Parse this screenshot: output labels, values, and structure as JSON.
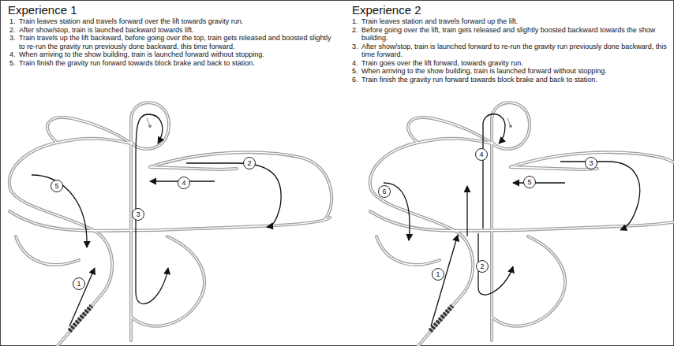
{
  "diagram": {
    "labels": [
      "Experience 1",
      "1.",
      "Train leaves station and travels forward over the lift towards gravity run.",
      "2.",
      "After show/stop, train is launched backward towards lift.",
      "3.",
      "Train travels up the lift backward, before going over the top, train gets released and boosted slightly to re-run the gravity run previously done backward, this time forward.",
      "4.",
      "When arriving to the show building, train is launched forward without stopping.",
      "5.",
      "Train finish the gravity run forward towards block brake and back to station.",
      "Experience 2",
      "1.",
      "Train leaves station and travels forward up the lift.",
      "2.",
      "Before going over the lift, train gets released and slightly boosted backward towards the show building.",
      "3.",
      "After show/stop, train is launched forward to re-run the gravity run previously done backward, this time forward.",
      "4.",
      "Train goes over the lift forward, towards gravity run.",
      "5.",
      "When arriving to the show building, train is launched forward without stopping.",
      "6.",
      "Train finish the gravity run forward towards block brake and back to station.",
      "1",
      "2",
      "3",
      "4",
      "5",
      "1",
      "2",
      "3",
      "4",
      "5",
      "6"
    ]
  }
}
